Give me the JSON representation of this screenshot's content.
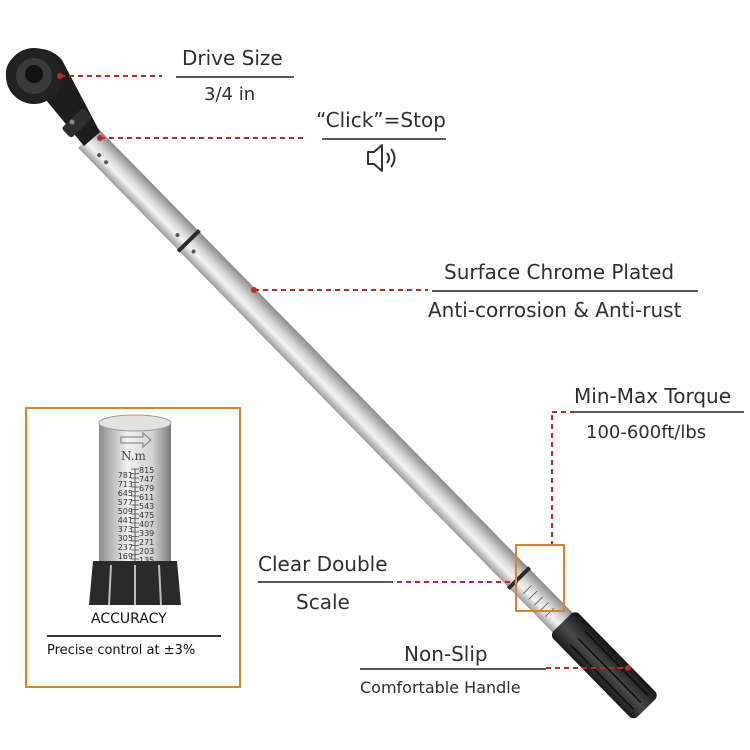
{
  "labels": {
    "drive_size_title": "Drive Size",
    "drive_size_value": "3/4 in",
    "click_title": "“Click”=Stop",
    "surface_title": "Surface Chrome Plated",
    "surface_sub": "Anti-corrosion & Anti-rust",
    "torque_title": "Min-Max Torque",
    "torque_value": "100-600ft/lbs",
    "scale_line1": "Clear Double",
    "scale_line2": "Scale",
    "handle_title": "Non-Slip",
    "handle_sub": "Comfortable Handle"
  },
  "inset": {
    "unit_label": "N.m",
    "scale_left": [
      "781",
      "713",
      "645",
      "577",
      "509",
      "441",
      "373",
      "305",
      "237",
      "169"
    ],
    "scale_right": [
      "815",
      "747",
      "679",
      "611",
      "543",
      "475",
      "407",
      "339",
      "271",
      "203",
      "135"
    ],
    "accuracy_title": "ACCURACY",
    "accuracy_desc": "Precise control at ±3%"
  },
  "colors": {
    "leader_line": "#c0282d",
    "highlight_box": "#d9822b",
    "text": "#2f2f2f",
    "rule": "#5a5a5a"
  },
  "icons": [
    "speaker-icon"
  ]
}
